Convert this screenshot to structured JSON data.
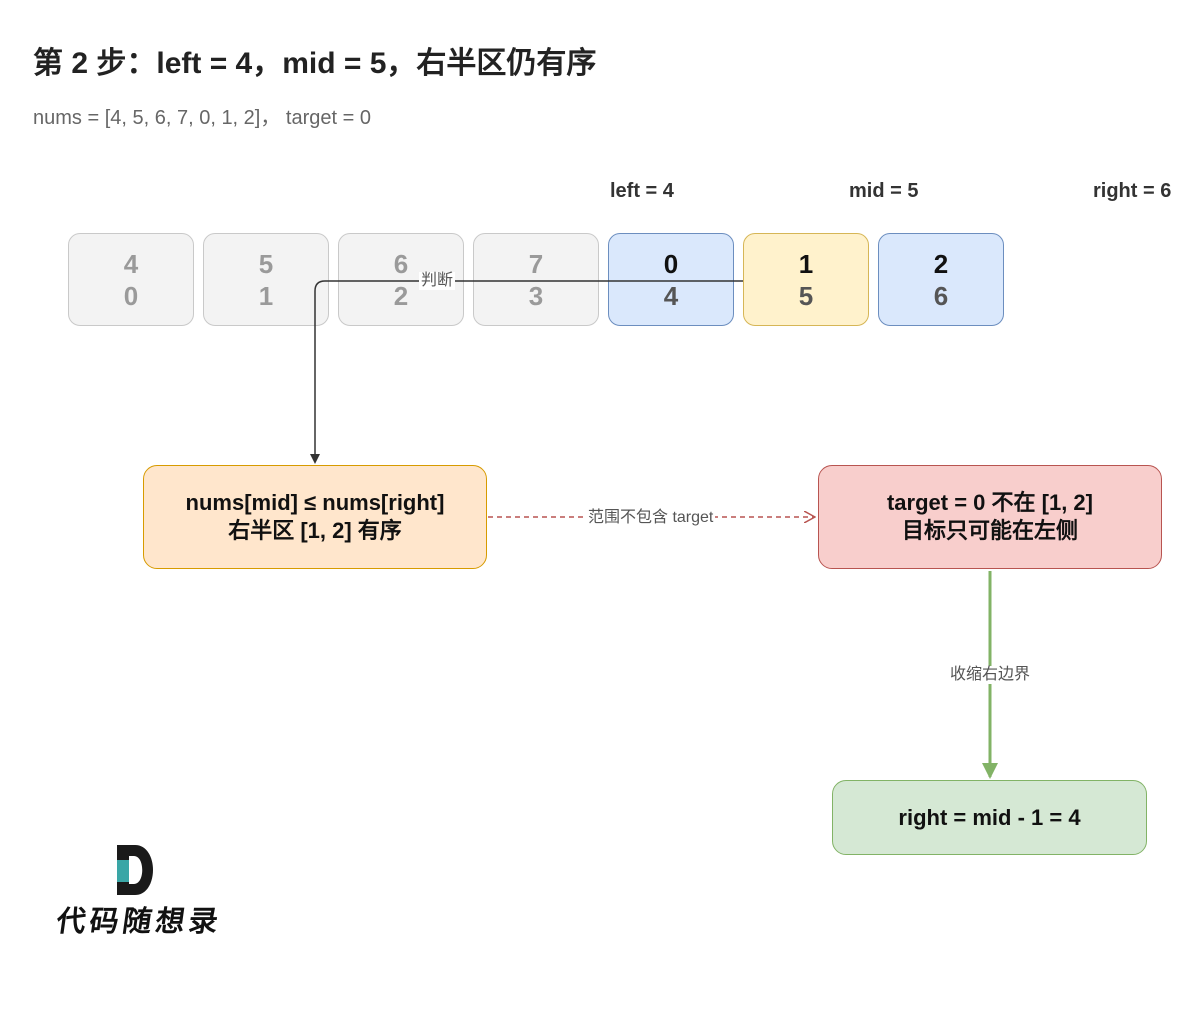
{
  "title": "第 2 步：left = 4，mid = 5，右半区仍有序",
  "subtitle": "nums = [4, 5, 6, 7, 0, 1, 2]，  target = 0",
  "pointers": {
    "left": "left = 4",
    "mid": "mid = 5",
    "right": "right = 6"
  },
  "cells": [
    {
      "value": "4",
      "index": "0",
      "state": "dim"
    },
    {
      "value": "5",
      "index": "1",
      "state": "dim"
    },
    {
      "value": "6",
      "index": "2",
      "state": "dim"
    },
    {
      "value": "7",
      "index": "3",
      "state": "dim"
    },
    {
      "value": "0",
      "index": "4",
      "state": "blue"
    },
    {
      "value": "1",
      "index": "5",
      "state": "yellow"
    },
    {
      "value": "2",
      "index": "6",
      "state": "blue"
    }
  ],
  "nodes": {
    "condition": {
      "line1": "nums[mid] ≤ nums[right]",
      "line2": "右半区 [1, 2] 有序"
    },
    "result": {
      "line1": "target = 0 不在 [1, 2]",
      "line2": "目标只可能在左侧"
    },
    "action": {
      "line1": "right = mid - 1 = 4"
    }
  },
  "edges": {
    "judge": "判断",
    "not_contain": "范围不包含 target",
    "shrink": "收缩右边界"
  },
  "logo": {
    "letter": "D",
    "text": "代码随想录"
  },
  "colors": {
    "blue_fill": "#dae8fc",
    "yellow_fill": "#fff2cc",
    "dim_fill": "#f3f3f3",
    "orange_fill": "#ffe6cc",
    "red_fill": "#f8cecc",
    "green_fill": "#d5e8d4",
    "red_edge": "#b85450",
    "green_edge": "#82b366"
  }
}
